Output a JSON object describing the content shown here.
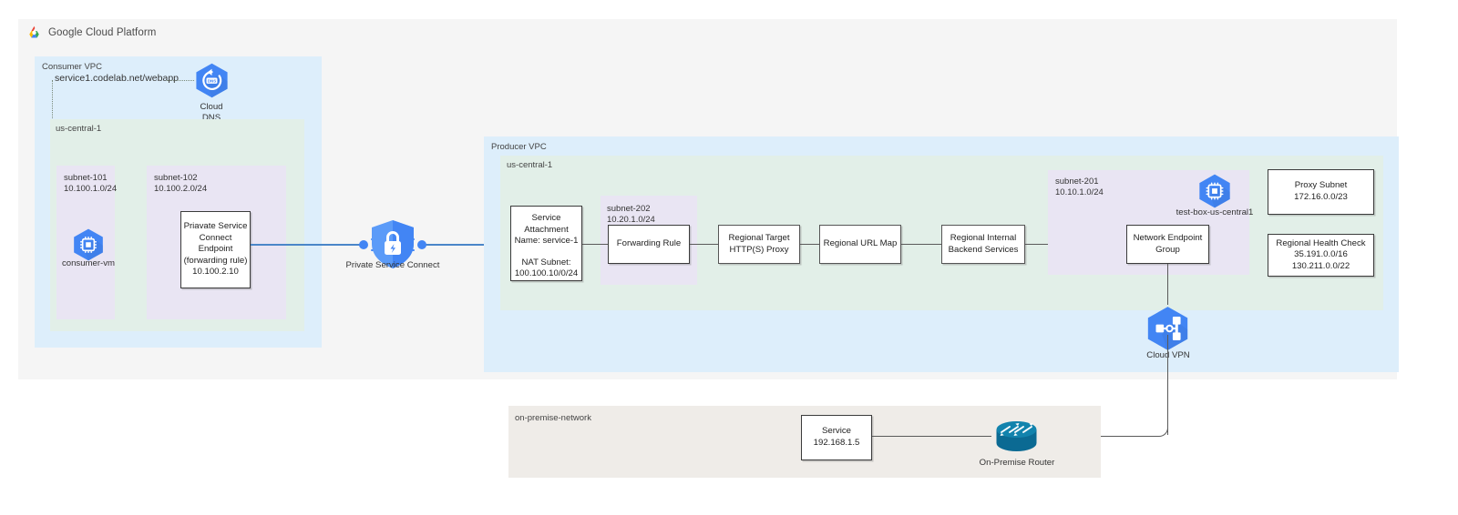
{
  "brand": {
    "logo_icon": "google-cloud-platform-logo",
    "title": "Google Cloud Platform",
    "accent_blue": "#4285f4",
    "vpc_fill": "#ddeefb",
    "region_fill": "#e2efe8",
    "subnet_fill": "#e9e5f3",
    "onprem_fill": "#efece8",
    "canvas_fill": "#f5f5f5"
  },
  "consumer_vpc": {
    "label": "Consumer VPC",
    "dns_record": "service1.codelab.net/webapp",
    "cloud_dns": {
      "icon": "cloud-dns-icon",
      "line1": "Cloud",
      "line2": "DNS"
    },
    "region": {
      "label": "us-central-1"
    },
    "subnet_101": {
      "name": "subnet-101",
      "cidr": "10.100.1.0/24"
    },
    "subnet_102": {
      "name": "subnet-102",
      "cidr": "10.100.2.0/24"
    },
    "consumer_vm": {
      "icon": "compute-vm-icon",
      "label": "consumer-vm"
    },
    "psc_endpoint": {
      "line1": "Priavate Service",
      "line2": "Connect Endpoint",
      "line3": "(forwarding rule)",
      "line4": "10.100.2.10"
    }
  },
  "private_service_connect": {
    "icon": "private-service-connect-shield-icon",
    "label": "Private Service Connect"
  },
  "producer_vpc": {
    "label": "Producer VPC",
    "region": {
      "label": "us-central-1"
    },
    "service_attachment": {
      "line1": "Service",
      "line2": "Attachment",
      "line3": "Name: service-1",
      "line4": "NAT Subnet:",
      "line5": "100.100.10/0/24"
    },
    "subnet_202": {
      "name": "subnet-202",
      "cidr": "10.20.1.0/24"
    },
    "forwarding_rule": {
      "label": "Forwarding Rule"
    },
    "target_proxy": {
      "line1": "Regional Target",
      "line2": "HTTP(S) Proxy"
    },
    "url_map": {
      "label": "Regional URL Map"
    },
    "backend_services": {
      "line1": "Regional Internal",
      "line2": "Backend Services"
    },
    "subnet_201": {
      "name": "subnet-201",
      "cidr": "10.10.1.0/24"
    },
    "test_box": {
      "icon": "compute-vm-icon",
      "label": "test-box-us-central1"
    },
    "network_endpoint_group": {
      "line1": "Network Endpoint",
      "line2": "Group"
    },
    "proxy_subnet": {
      "line1": "Proxy Subnet",
      "line2": "172.16.0.0/23"
    },
    "health_check": {
      "line1": "Regional Health Check",
      "line2": "35.191.0.0/16",
      "line3": "130.211.0.0/22"
    },
    "cloud_vpn": {
      "icon": "cloud-vpn-icon",
      "label": "Cloud VPN"
    }
  },
  "on_premise": {
    "label": "on-premise-network",
    "service": {
      "line1": "Service",
      "line2": "192.168.1.5"
    },
    "router": {
      "icon": "router-icon",
      "label": "On-Premise Router"
    }
  }
}
